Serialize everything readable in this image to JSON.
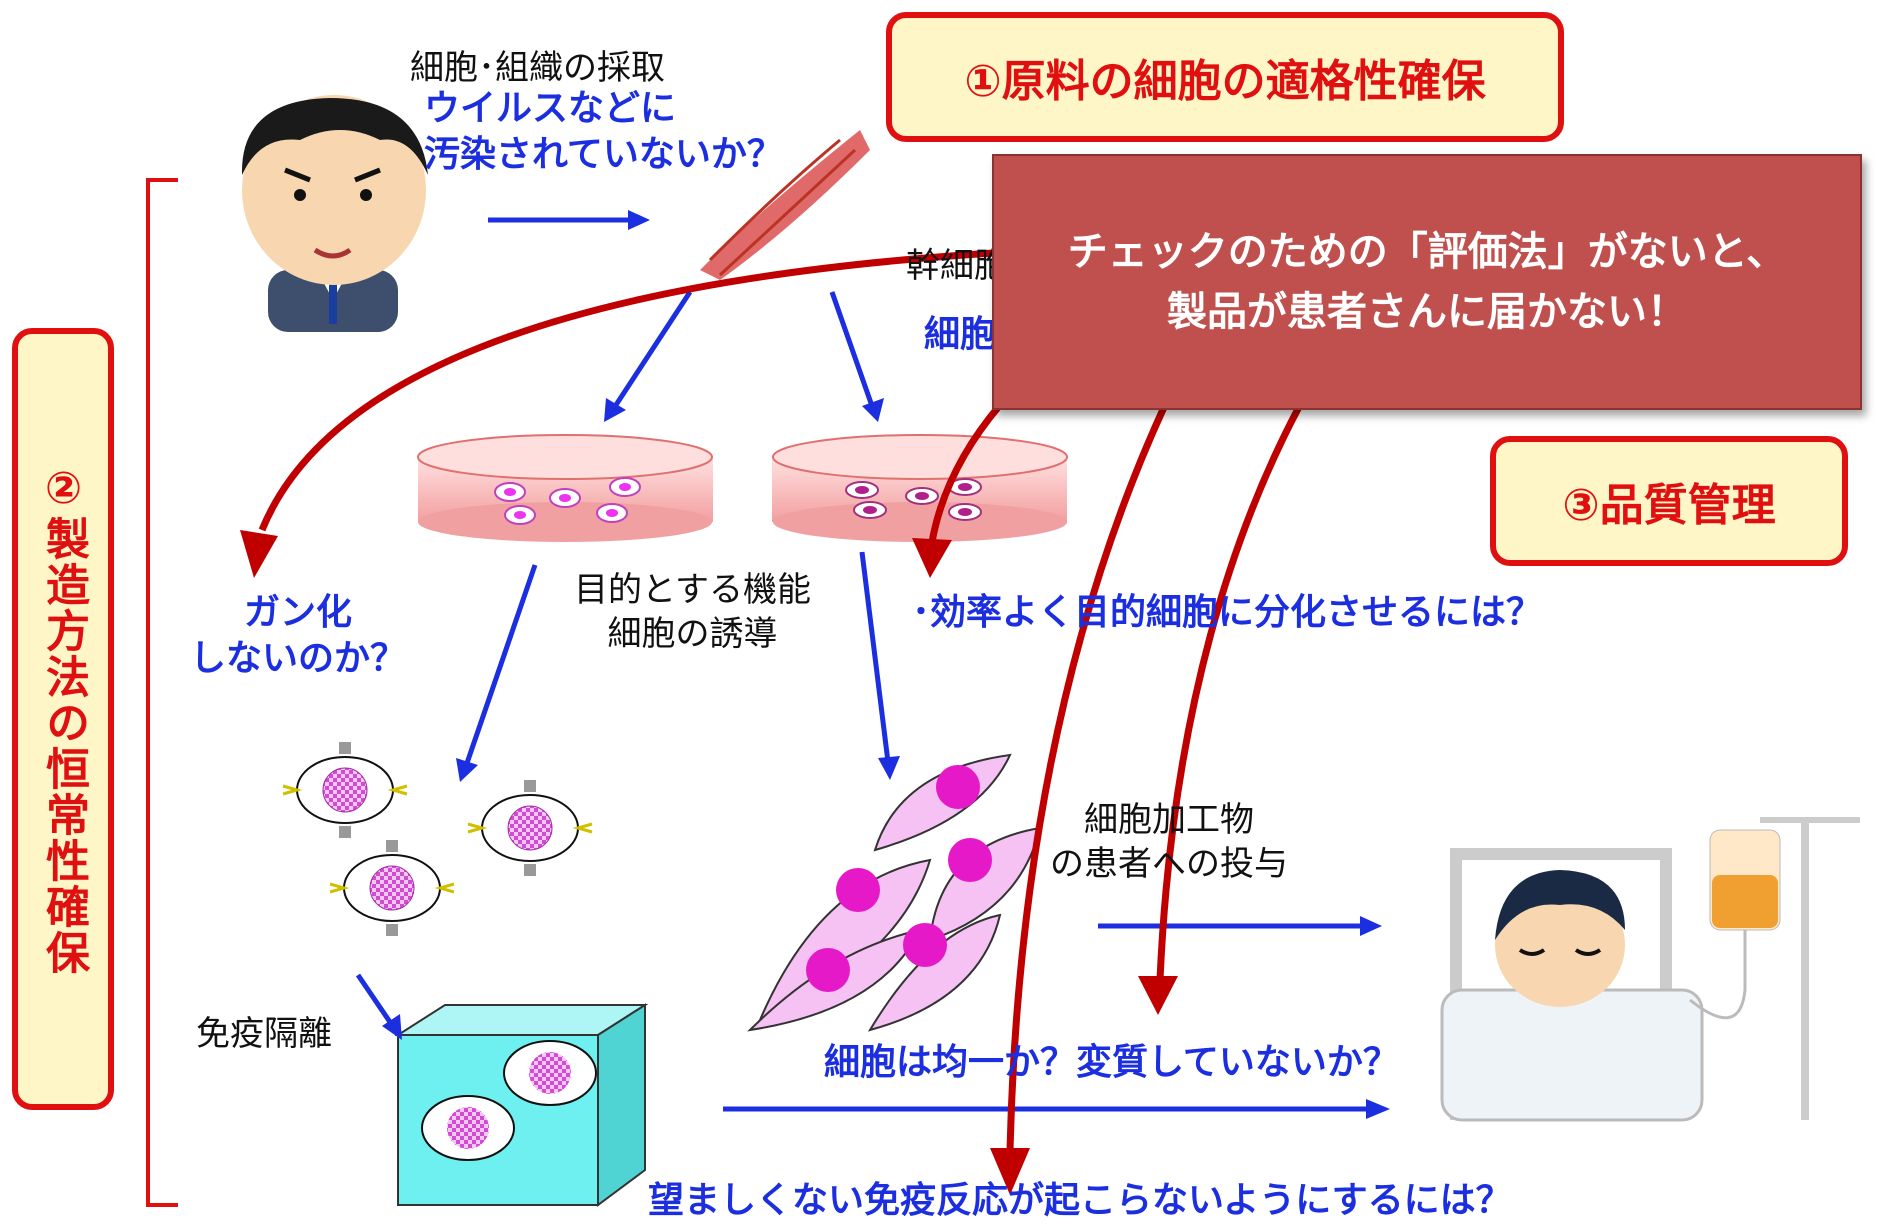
{
  "boxes": {
    "raw_material": "①原料の細胞の適格性確保",
    "manufacturing": "②製造方法の恒常性確保",
    "quality": "③品質管理"
  },
  "banner": "チェックのための「評価法」がないと、\n製品が患者さんに届かない！",
  "labels": {
    "collection": "細胞･組織の採取",
    "virus": "ウイルスなどに\n汚染されていないか？",
    "stem_cell_partial": "幹細胞",
    "cell_partial": "細胞",
    "cancer": "ガン化\nしないのか？",
    "induction": "目的とする機能\n細胞の誘導",
    "efficiency": "･効率よく目的細胞に分化させるには？",
    "processed": "細胞加工物\nの患者への投与",
    "isolation": "免疫隔離",
    "uniform": "細胞は均一か？変質していないか？",
    "immune": "望ましくない免疫反応が起こらないようにするには？"
  },
  "colors": {
    "red": "#c00000",
    "blue": "#1b2ee0",
    "box_border": "#e01010",
    "box_fill": "#fff6c8",
    "banner": "#c0504d"
  }
}
